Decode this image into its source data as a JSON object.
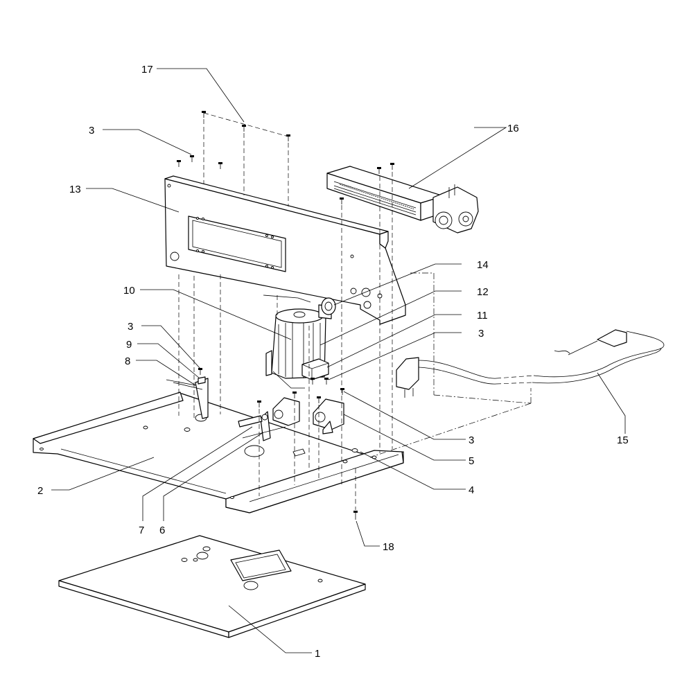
{
  "diagram": {
    "callouts": [
      {
        "id": "c17",
        "text": "17"
      },
      {
        "id": "c3a",
        "text": "3"
      },
      {
        "id": "c16",
        "text": "16"
      },
      {
        "id": "c13",
        "text": "13"
      },
      {
        "id": "c14",
        "text": "14"
      },
      {
        "id": "c10",
        "text": "10"
      },
      {
        "id": "c12",
        "text": "12"
      },
      {
        "id": "c11",
        "text": "11"
      },
      {
        "id": "c3b",
        "text": "3"
      },
      {
        "id": "c3c",
        "text": "3"
      },
      {
        "id": "c9",
        "text": "9"
      },
      {
        "id": "c8",
        "text": "8"
      },
      {
        "id": "c15",
        "text": "15"
      },
      {
        "id": "c3d",
        "text": "3"
      },
      {
        "id": "c5",
        "text": "5"
      },
      {
        "id": "c2",
        "text": "2"
      },
      {
        "id": "c4",
        "text": "4"
      },
      {
        "id": "c7",
        "text": "7"
      },
      {
        "id": "c6",
        "text": "6"
      },
      {
        "id": "c18",
        "text": "18"
      },
      {
        "id": "c1",
        "text": "1"
      }
    ]
  }
}
